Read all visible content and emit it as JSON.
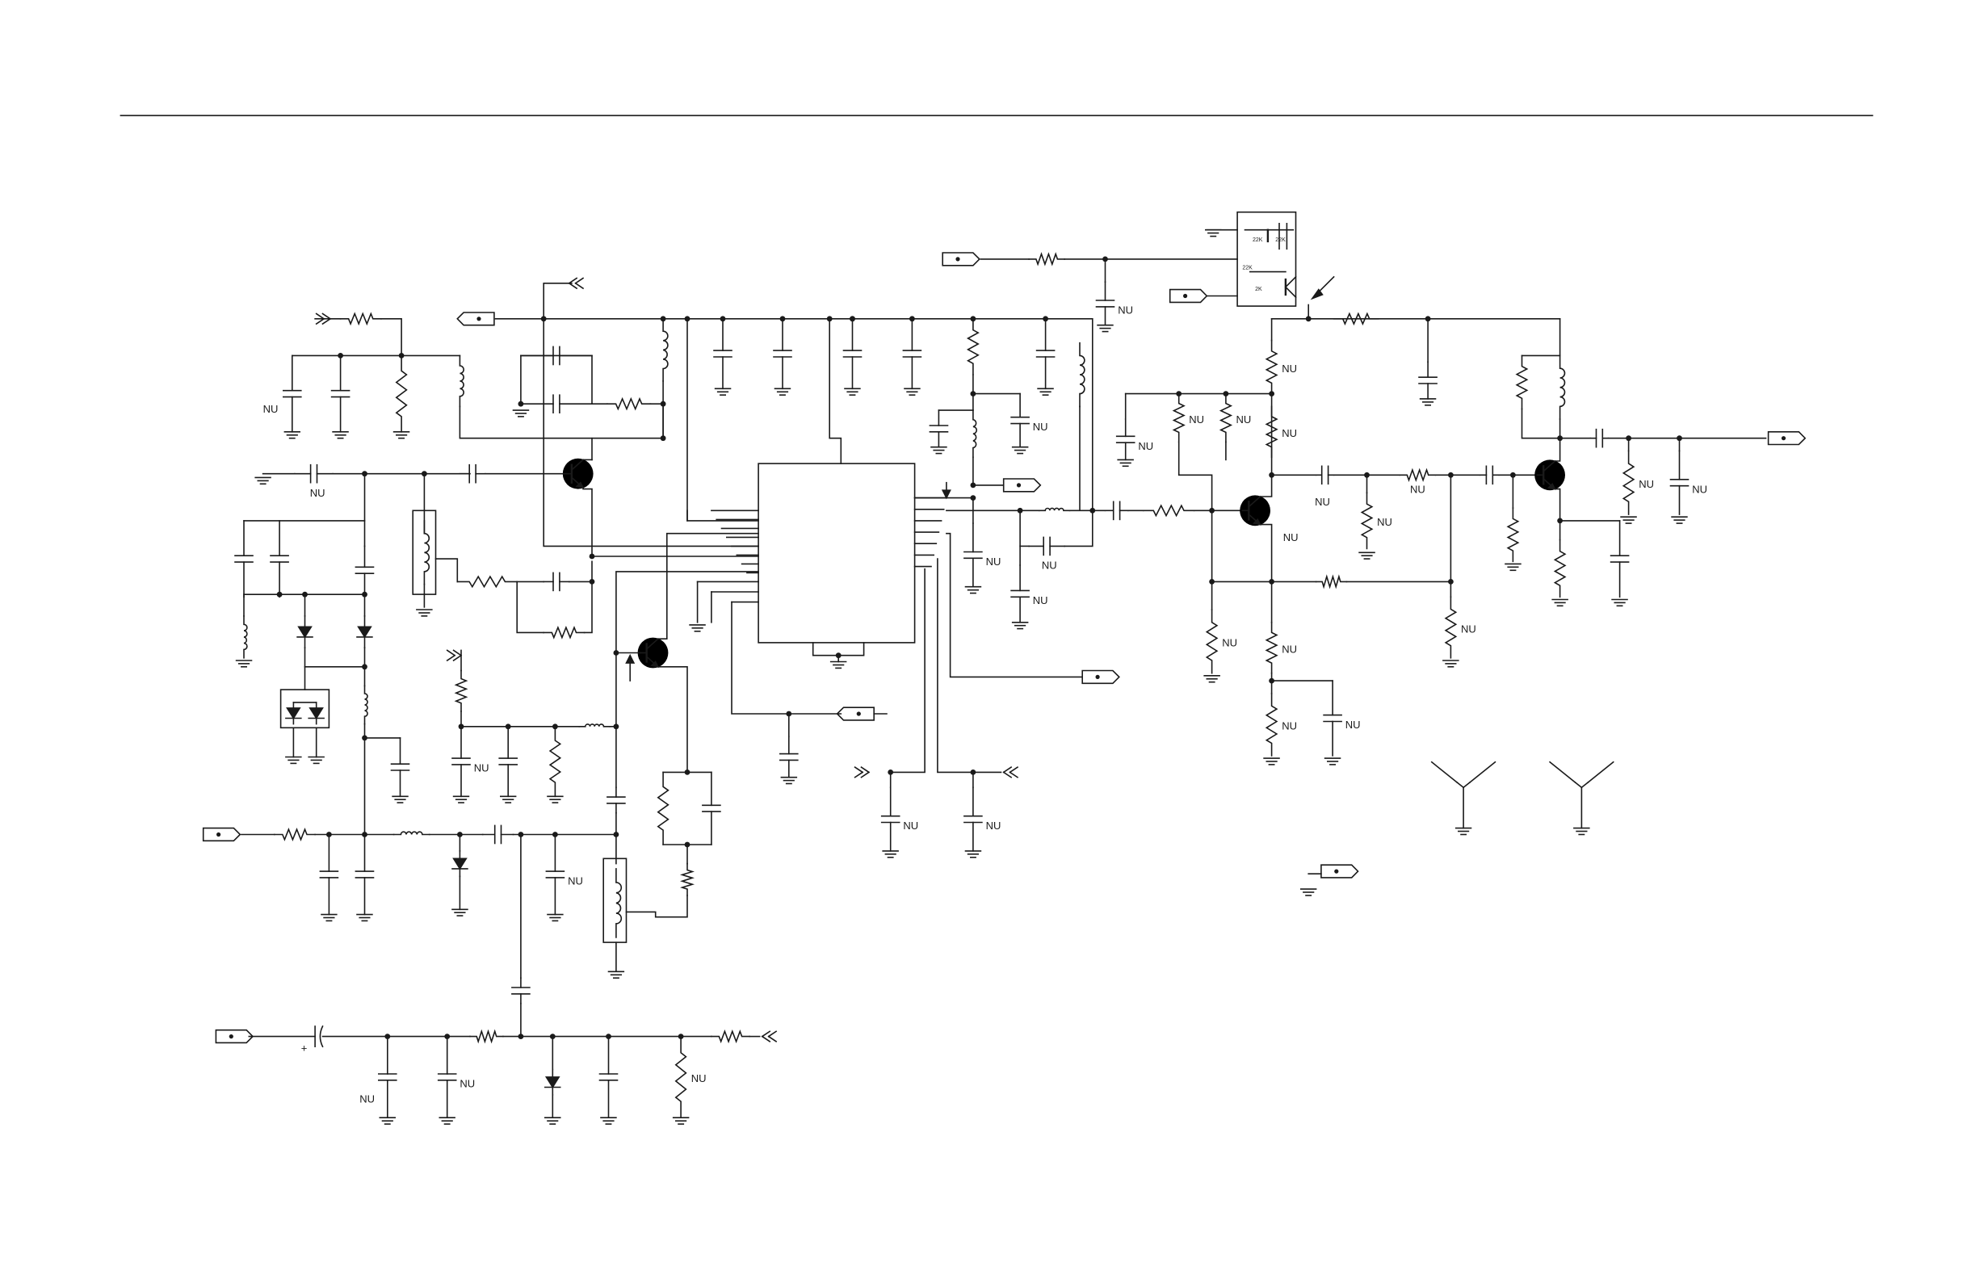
{
  "diagram": {
    "type": "circuit-schematic",
    "colors": {
      "ink": "#1a1a1a",
      "background": "#ffffff"
    },
    "not_used_label": "NU",
    "module_labels": [
      "22K",
      "22K",
      "22K",
      "2K"
    ],
    "component_kinds": [
      "resistor",
      "capacitor",
      "inductor",
      "npn-transistor",
      "diode",
      "integrated-circuit",
      "transformer",
      "connector",
      "ground"
    ]
  }
}
